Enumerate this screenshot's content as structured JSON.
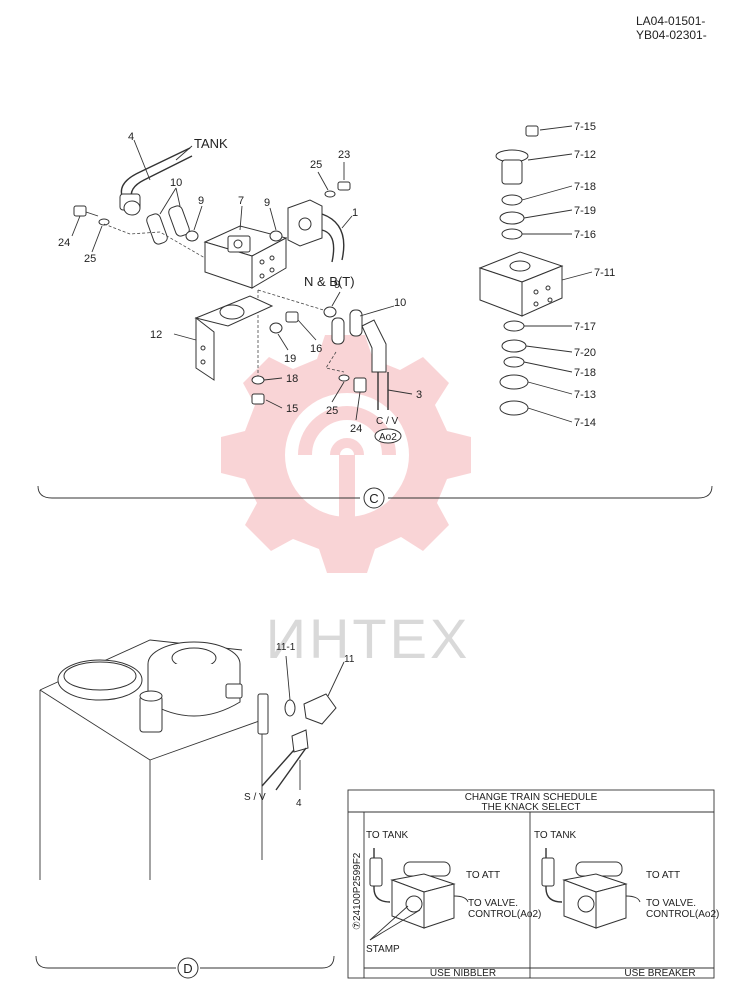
{
  "header": {
    "code_1": "LA04-01501-",
    "code_2": "YB04-02301-"
  },
  "watermark": {
    "text": "ИНТЕХ",
    "color": "#e8404a"
  },
  "section_c": {
    "marker": "C",
    "labels": {
      "p4": "4",
      "tank": "TANK",
      "p10": "10",
      "p9a": "9",
      "p7": "7",
      "p9b": "9",
      "p25a": "25",
      "p23": "23",
      "p1": "1",
      "p24a": "24",
      "p25b": "25",
      "nb": "N & B(T)",
      "p9c": "9",
      "p10b": "10",
      "p12": "12",
      "p19": "19",
      "p16": "16",
      "p18": "18",
      "p15": "15",
      "p25c": "25",
      "p24b": "24",
      "p3": "3",
      "cv": "C / V",
      "ao2": "Ao2"
    },
    "valve_parts": {
      "p7_15": "7-15",
      "p7_12": "7-12",
      "p7_18a": "7-18",
      "p7_19": "7-19",
      "p7_16": "7-16",
      "p7_11": "7-11",
      "p7_17": "7-17",
      "p7_20": "7-20",
      "p7_18b": "7-18",
      "p7_13": "7-13",
      "p7_14": "7-14"
    }
  },
  "section_d": {
    "marker": "D",
    "labels": {
      "p11_1": "11-1",
      "p11": "11",
      "sv": "S / V",
      "p4": "4"
    }
  },
  "schedule": {
    "title": "CHANGE TRAIN SCHEDULE",
    "subtitle": "THE KNACK SELECT",
    "side_code": "⑦24100P2599F2",
    "left": {
      "to_tank": "TO TANK",
      "to_att": "TO ATT",
      "to_valve": "TO VALVE.",
      "control": "CONTROL(Ao2)",
      "stamp": "STAMP",
      "footer": "USE NIBBLER"
    },
    "right": {
      "to_tank": "TO TANK",
      "to_att": "TO ATT",
      "to_valve": "TO VALVE.",
      "control": "CONTROL(Ao2)",
      "footer": "USE BREAKER"
    }
  }
}
